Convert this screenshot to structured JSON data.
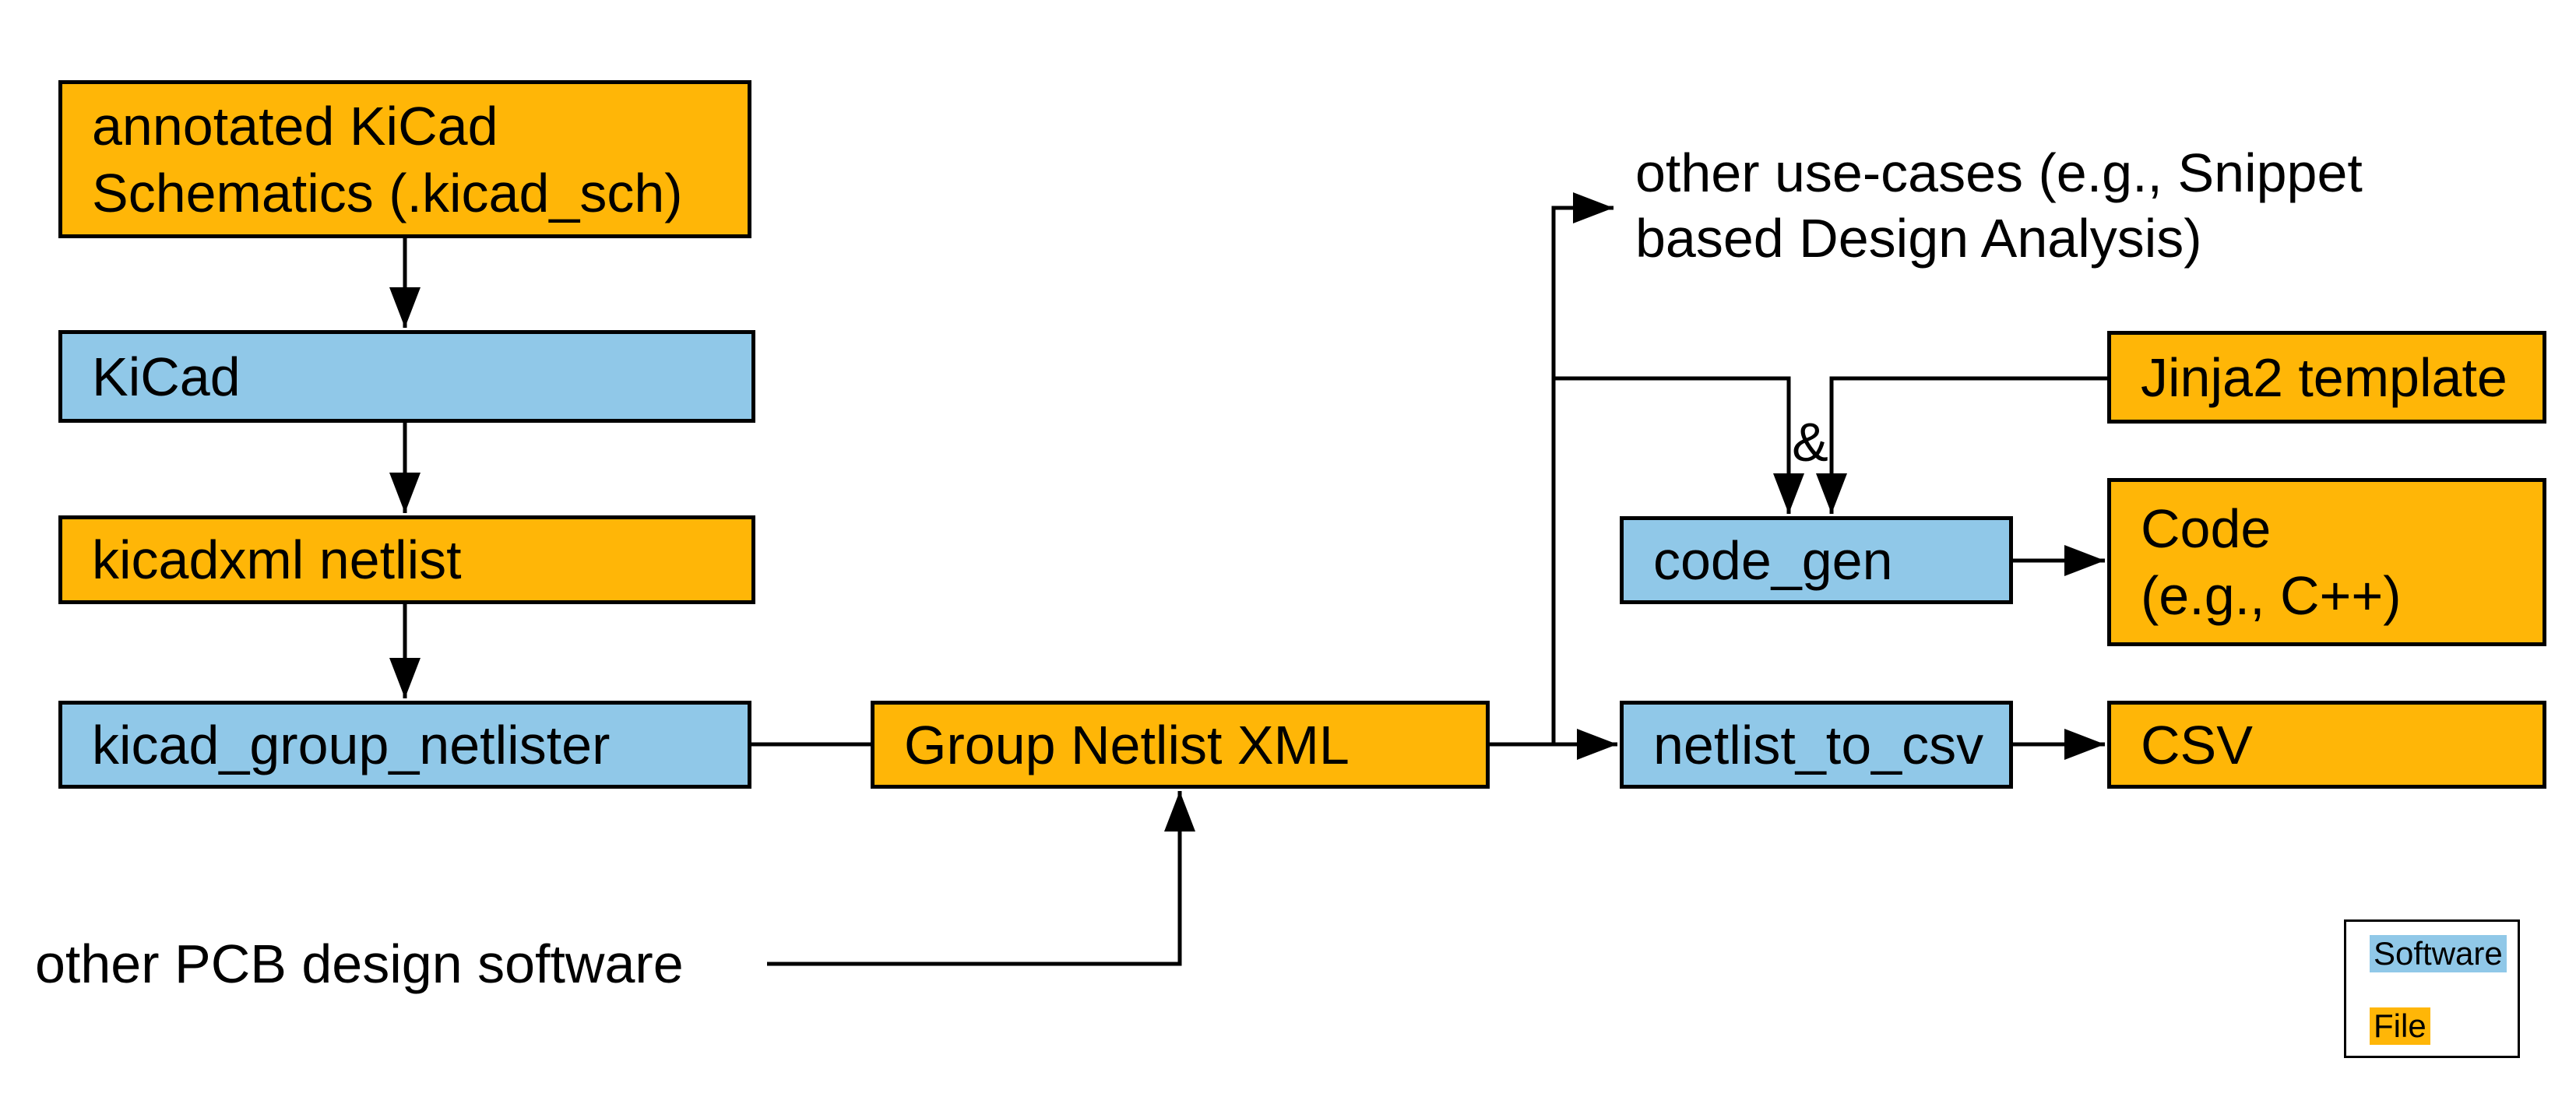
{
  "diagram": {
    "nodes": {
      "annotated_schematics": {
        "label": "annotated KiCad\nSchematics (.kicad_sch)",
        "type": "file"
      },
      "kicad": {
        "label": "KiCad",
        "type": "software"
      },
      "kicadxml_netlist": {
        "label": "kicadxml netlist",
        "type": "file"
      },
      "kicad_group_netlister": {
        "label": "kicad_group_netlister",
        "type": "software"
      },
      "group_netlist_xml": {
        "label": "Group Netlist XML",
        "type": "file"
      },
      "code_gen": {
        "label": "code_gen",
        "type": "software"
      },
      "jinja2_template": {
        "label": "Jinja2 template",
        "type": "file"
      },
      "code_output": {
        "label": "Code\n(e.g., C++)",
        "type": "file"
      },
      "netlist_to_csv": {
        "label": "netlist_to_csv",
        "type": "software"
      },
      "csv_output": {
        "label": "CSV",
        "type": "file"
      }
    },
    "annotations": {
      "other_use_cases": "other use-cases (e.g., Snippet\nbased Design Analysis)",
      "and_operator": "&",
      "other_pcb_software": "other PCB design software"
    },
    "legend": {
      "software_label": "Software",
      "file_label": "File"
    },
    "colors": {
      "software": "#90C8E8",
      "file": "#FFB607",
      "line": "#000000"
    }
  }
}
